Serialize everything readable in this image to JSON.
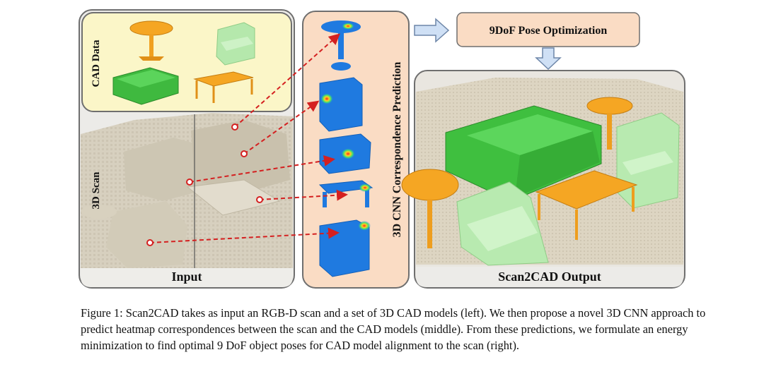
{
  "figure": {
    "cad_data_label": "CAD Data",
    "scan_label": "3D Scan",
    "input_label": "Input",
    "cnn_label": "3D CNN Correspondence Prediction",
    "pose_label": "9DoF Pose Optimization",
    "output_label": "Scan2CAD Output",
    "colors": {
      "cad_panel": "#fbf6c8",
      "cnn_panel": "#fadcc4",
      "pose_box": "#fadcc4",
      "arrow_red": "#d42020",
      "arrow_blue": "#cfe0f5",
      "heat_blue": "#1f7ae0",
      "orange": "#f5a623",
      "green_dark": "#44c044",
      "green_light": "#a9e6a0",
      "scan_beige": "#d8d1c0"
    }
  },
  "caption": {
    "text": "Figure 1: Scan2CAD takes as input an RGB-D scan and a set of 3D CAD models (left). We then propose a novel 3D CNN approach to predict heatmap correspondences between the scan and the CAD models (middle). From these predictions, we formulate an energy minimization to find optimal 9 DoF object poses for CAD model alignment to the scan (right)."
  }
}
